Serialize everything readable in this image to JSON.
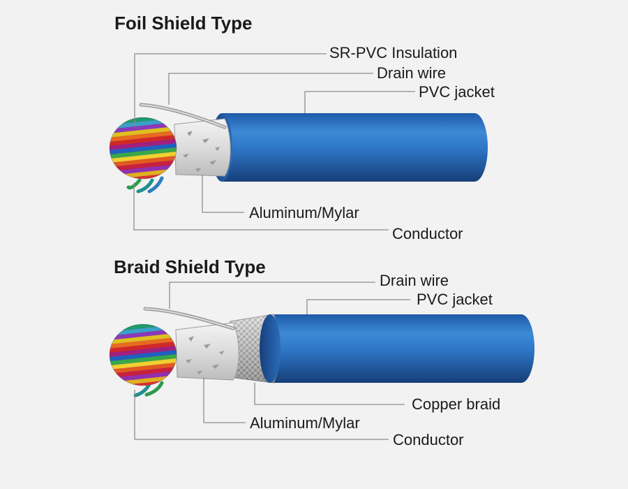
{
  "colors": {
    "background": "#f2f2f2",
    "jacket": "#2f78c8",
    "jacket_dark": "#1d4f93",
    "leader_line": "#8c8c8c",
    "text": "#1a1a1a"
  },
  "foil": {
    "title": "Foil Shield Type",
    "labels": {
      "sr_pvc_insulation": "SR-PVC Insulation",
      "drain_wire": "Drain wire",
      "pvc_jacket": "PVC jacket",
      "aluminum_mylar": "Aluminum/Mylar",
      "conductor": "Conductor"
    }
  },
  "braid": {
    "title": "Braid Shield Type",
    "labels": {
      "drain_wire": "Drain wire",
      "pvc_jacket": "PVC jacket",
      "copper_braid": "Copper braid",
      "aluminum_mylar": "Aluminum/Mylar",
      "conductor": "Conductor"
    }
  }
}
